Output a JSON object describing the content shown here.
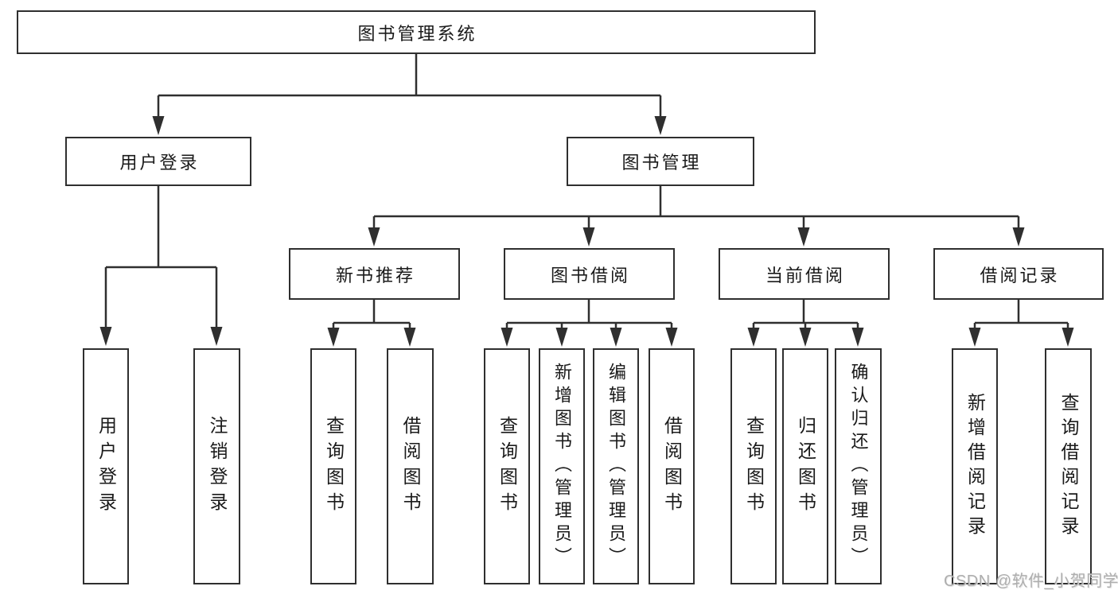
{
  "diagram": {
    "root": {
      "label": "图书管理系统"
    },
    "level2": [
      {
        "label": "用户登录"
      },
      {
        "label": "图书管理"
      }
    ],
    "level3": [
      {
        "label": "新书推荐",
        "parent": "图书管理"
      },
      {
        "label": "图书借阅",
        "parent": "图书管理"
      },
      {
        "label": "当前借阅",
        "parent": "图书管理"
      },
      {
        "label": "借阅记录",
        "parent": "图书管理"
      }
    ],
    "leaves": [
      {
        "label": "用户登录",
        "parent": "用户登录"
      },
      {
        "label": "注销登录",
        "parent": "用户登录"
      },
      {
        "label": "查询图书",
        "parent": "新书推荐"
      },
      {
        "label": "借阅图书",
        "parent": "新书推荐"
      },
      {
        "label": "查询图书",
        "parent": "图书借阅"
      },
      {
        "label": "新增图书（管理员）",
        "parent": "图书借阅"
      },
      {
        "label": "编辑图书（管理员）",
        "parent": "图书借阅"
      },
      {
        "label": "借阅图书",
        "parent": "图书借阅"
      },
      {
        "label": "查询图书",
        "parent": "当前借阅"
      },
      {
        "label": "归还图书",
        "parent": "当前借阅"
      },
      {
        "label": "确认归还（管理员）",
        "parent": "当前借阅"
      },
      {
        "label": "新增借阅记录",
        "parent": "借阅记录"
      },
      {
        "label": "查询借阅记录",
        "parent": "借阅记录"
      }
    ],
    "watermark": "CSDN @软件_小贺同学",
    "colors": {
      "line": "#2f2f2f",
      "text": "#1a1a1a",
      "watermark": "#a8a8a8",
      "background": "#ffffff"
    }
  }
}
